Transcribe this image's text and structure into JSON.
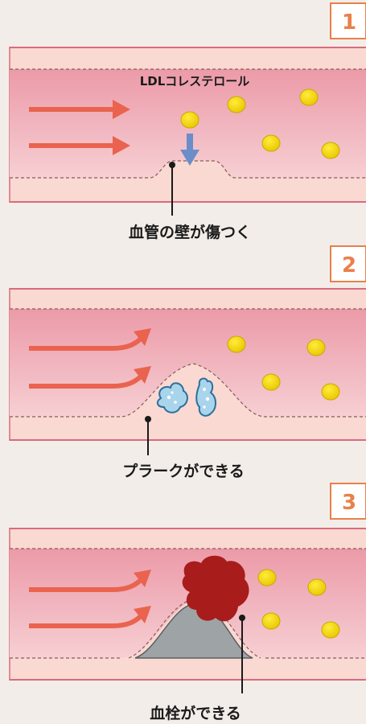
{
  "panels": [
    {
      "number": "1",
      "caption": "血管の壁が傷つく",
      "label": "LDLコレステロール"
    },
    {
      "number": "2",
      "caption": "プラークができる"
    },
    {
      "number": "3",
      "caption": "血栓ができる"
    }
  ],
  "colors": {
    "background": "#f3ede9",
    "vessel_outer": "#f9d9d2",
    "vessel_lumen": "#eeaab5",
    "vessel_edge": "#d96b7b",
    "flow_arrow": "#e9634f",
    "ldl_particle": "#f2d400",
    "ldl_outline": "#c9a800",
    "push_arrow": "#6b8ec9",
    "plaque_crystal": "#a9d5ec",
    "thrombus": "#a81c1c",
    "plaque_core": "#9ea3a6",
    "number_color": "#e9804a"
  }
}
